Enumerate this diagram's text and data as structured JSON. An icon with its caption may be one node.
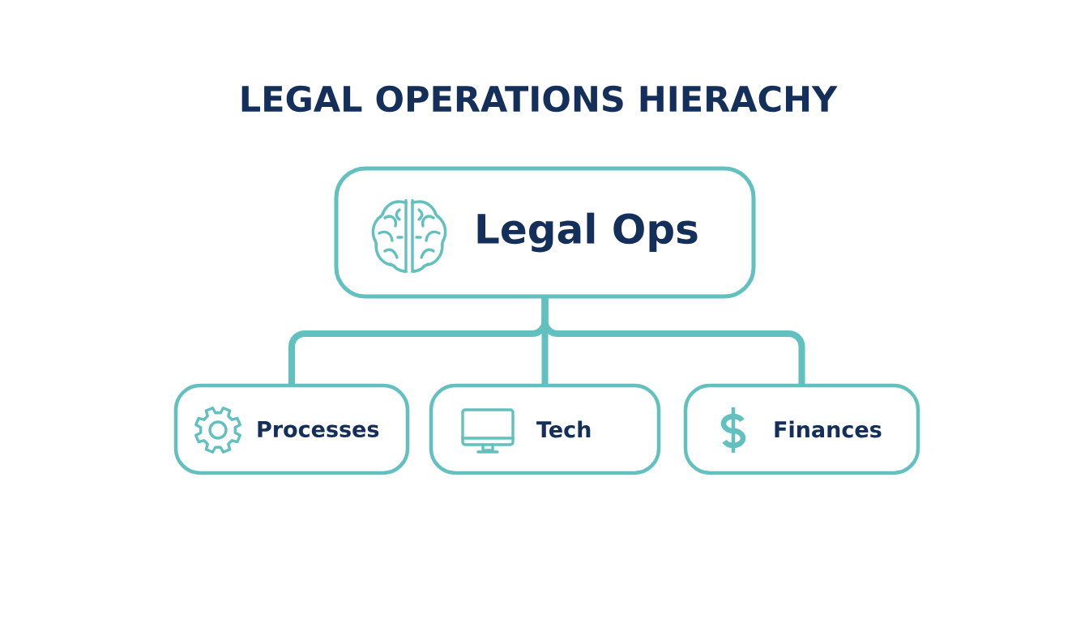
{
  "diagram": {
    "title": "LEGAL OPERATIONS HIERACHY",
    "nodes": [
      {
        "text": [
          "Legal Ops"
        ]
      },
      {
        "text": [
          "Processes"
        ]
      },
      {
        "text": [
          "Tech"
        ]
      },
      {
        "text": [
          "Finances"
        ]
      }
    ],
    "edges": [
      {
        "from": 0,
        "to": 1,
        "arrow": "none"
      },
      {
        "from": 0,
        "to": 2,
        "arrow": "none"
      },
      {
        "from": 0,
        "to": 3,
        "arrow": "none"
      }
    ]
  }
}
